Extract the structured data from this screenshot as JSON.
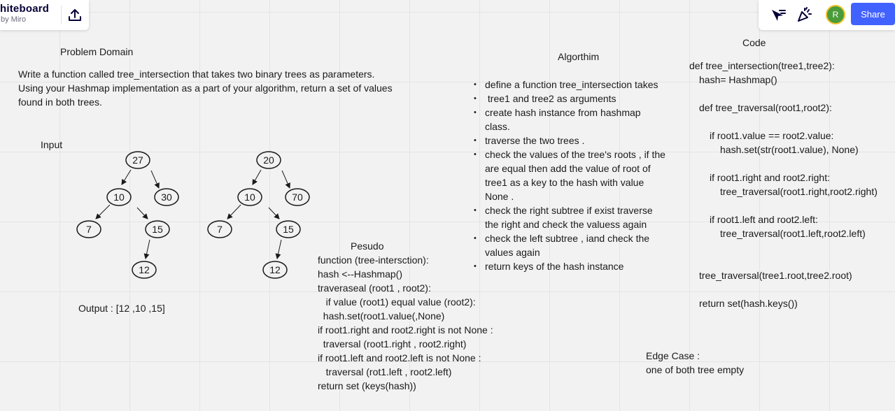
{
  "app": {
    "name": "hiteboard",
    "subtitle": "by Miro",
    "share_label": "Share",
    "avatar_initial": "R",
    "icons": [
      "upload-icon",
      "select-cursor-icon",
      "celebration-icon"
    ]
  },
  "problem": {
    "title": "Problem Domain",
    "lines": [
      "Write a function called tree_intersection that takes two binary trees as parameters.",
      "Using your Hashmap implementation as a part of your algorithm, return a set of values",
      "found in both trees."
    ]
  },
  "input": {
    "label": "Input",
    "tree1": [
      "27",
      "10",
      "30",
      "7",
      "15",
      "12"
    ],
    "tree2": [
      "20",
      "10",
      "70",
      "7",
      "15",
      "12"
    ],
    "output": "Output : [12 ,10 ,15]"
  },
  "pseudo": {
    "title": "Pesudo",
    "lines": [
      "function (tree-intersction):",
      "hash <--Hashmap()",
      "traveraseal (root1 , root2):",
      "   if value (root1) equal value (root2):",
      "  hash.set(root1.value(,None)",
      "if root1.right and root2.right is not None :",
      "  traversal (root1.right , root2.right)",
      "if root1.left and root2.left is not None :",
      "   traversal (rot1.left , root2.left)",
      "return set (keys(hash))"
    ]
  },
  "algorithm": {
    "title": "Algorthim",
    "items": [
      "define a function tree_intersection takes",
      " tree1 and tree2 as arguments",
      "create hash instance from hashmap class.",
      "traverse the two trees .",
      "check the values of the tree's roots , if the are equal then add the value of root of tree1 as a key to the hash with value None .",
      "check the right subtree if exist traverse the right and check the valuess again",
      "check the left subtree , iand check the values again",
      "return keys of the hash instance"
    ]
  },
  "code": {
    "title": "Code",
    "lines": [
      "def tree_intersection(tree1,tree2):",
      "hash= Hashmap()",
      "def tree_traversal(root1,root2):",
      "if root1.value == root2.value:",
      "hash.set(str(root1.value), None)",
      "if root1.right and root2.right:",
      "tree_traversal(root1.right,root2.right)",
      "if root1.left and root2.left:",
      "tree_traversal(root1.left,root2.left)",
      "tree_traversal(tree1.root,tree2.root)",
      "return set(hash.keys())"
    ]
  },
  "edge": {
    "title": "Edge Case :",
    "text": "one of both tree empty"
  }
}
